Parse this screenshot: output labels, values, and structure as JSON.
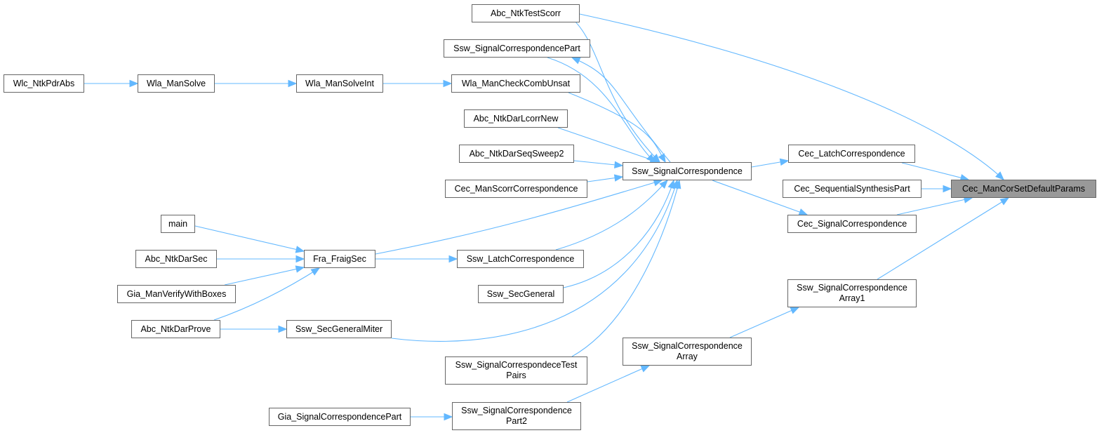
{
  "diagram": {
    "type": "caller-graph",
    "root": "Cec_ManCorSetDefaultParams",
    "colors": {
      "edge": "#63b8ff",
      "node_border": "#666666",
      "root_fill": "#999999",
      "node_fill": "#ffffff"
    },
    "nodes": [
      {
        "id": "root",
        "label": "Cec_ManCorSetDefaultParams"
      },
      {
        "id": "cec_latch",
        "label": "Cec_LatchCorrespondence"
      },
      {
        "id": "cec_seqsyn",
        "label": "Cec_SequentialSynthesisPart"
      },
      {
        "id": "cec_signal",
        "label": "Cec_SignalCorrespondence"
      },
      {
        "id": "ssw_arr1",
        "label": "Ssw_SignalCorrespondence\nArray1"
      },
      {
        "id": "abc_testscorr",
        "label": "Abc_NtkTestScorr"
      },
      {
        "id": "ssw_signal",
        "label": "Ssw_SignalCorrespondence"
      },
      {
        "id": "ssw_arr",
        "label": "Ssw_SignalCorrespondence\nArray"
      },
      {
        "id": "ssw_part",
        "label": "Ssw_SignalCorrespondencePart"
      },
      {
        "id": "wla_check",
        "label": "Wla_ManCheckCombUnsat"
      },
      {
        "id": "abc_lcorrnew",
        "label": "Abc_NtkDarLcorrNew"
      },
      {
        "id": "abc_seqsweep2",
        "label": "Abc_NtkDarSeqSweep2"
      },
      {
        "id": "cec_scorr",
        "label": "Cec_ManScorrCorrespondence"
      },
      {
        "id": "fra_fraigsec",
        "label": "Fra_FraigSec"
      },
      {
        "id": "ssw_latch",
        "label": "Ssw_LatchCorrespondence"
      },
      {
        "id": "ssw_secgen",
        "label": "Ssw_SecGeneral"
      },
      {
        "id": "ssw_secgenmiter",
        "label": "Ssw_SecGeneralMiter"
      },
      {
        "id": "ssw_testpairs",
        "label": "Ssw_SignalCorrespondeceTest\nPairs"
      },
      {
        "id": "ssw_part2",
        "label": "Ssw_SignalCorrespondence\nPart2"
      },
      {
        "id": "wla_solveint",
        "label": "Wla_ManSolveInt"
      },
      {
        "id": "wla_solve",
        "label": "Wla_ManSolve"
      },
      {
        "id": "wlc_pdrabs",
        "label": "Wlc_NtkPdrAbs"
      },
      {
        "id": "main",
        "label": "main"
      },
      {
        "id": "abc_darsec",
        "label": "Abc_NtkDarSec"
      },
      {
        "id": "gia_verify",
        "label": "Gia_ManVerifyWithBoxes"
      },
      {
        "id": "abc_darprove",
        "label": "Abc_NtkDarProve"
      },
      {
        "id": "gia_sigpart",
        "label": "Gia_SignalCorrespondencePart"
      }
    ],
    "edges": [
      {
        "from": "abc_testscorr",
        "to": "root"
      },
      {
        "from": "cec_latch",
        "to": "root"
      },
      {
        "from": "cec_seqsyn",
        "to": "root"
      },
      {
        "from": "cec_signal",
        "to": "root"
      },
      {
        "from": "ssw_arr1",
        "to": "root"
      },
      {
        "from": "ssw_signal",
        "to": "cec_latch"
      },
      {
        "from": "ssw_signal",
        "to": "cec_signal"
      },
      {
        "from": "ssw_signal",
        "to": "ssw_part"
      },
      {
        "from": "ssw_arr",
        "to": "ssw_arr1"
      },
      {
        "from": "ssw_part2",
        "to": "ssw_arr"
      },
      {
        "from": "abc_testscorr",
        "to": "ssw_signal"
      },
      {
        "from": "ssw_part",
        "to": "ssw_signal"
      },
      {
        "from": "wla_check",
        "to": "ssw_signal"
      },
      {
        "from": "abc_lcorrnew",
        "to": "ssw_signal"
      },
      {
        "from": "abc_seqsweep2",
        "to": "ssw_signal"
      },
      {
        "from": "cec_scorr",
        "to": "ssw_signal"
      },
      {
        "from": "fra_fraigsec",
        "to": "ssw_signal"
      },
      {
        "from": "ssw_latch",
        "to": "ssw_signal"
      },
      {
        "from": "ssw_secgen",
        "to": "ssw_signal"
      },
      {
        "from": "ssw_secgenmiter",
        "to": "ssw_signal"
      },
      {
        "from": "ssw_testpairs",
        "to": "ssw_signal"
      },
      {
        "from": "wla_solveint",
        "to": "wla_check"
      },
      {
        "from": "wla_solve",
        "to": "wla_solveint"
      },
      {
        "from": "wlc_pdrabs",
        "to": "wla_solve"
      },
      {
        "from": "fra_fraigsec",
        "to": "ssw_latch"
      },
      {
        "from": "main",
        "to": "fra_fraigsec"
      },
      {
        "from": "abc_darsec",
        "to": "fra_fraigsec"
      },
      {
        "from": "gia_verify",
        "to": "fra_fraigsec"
      },
      {
        "from": "abc_darprove",
        "to": "fra_fraigsec"
      },
      {
        "from": "abc_darprove",
        "to": "ssw_secgenmiter"
      },
      {
        "from": "gia_sigpart",
        "to": "ssw_part2"
      }
    ]
  }
}
